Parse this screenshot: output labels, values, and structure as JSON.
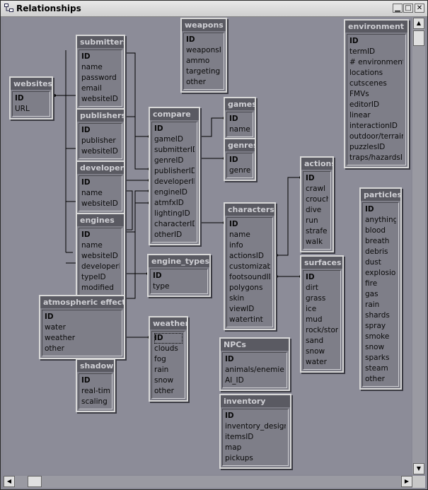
{
  "window": {
    "title": "Relationships",
    "buttons": {
      "minimize": "▁",
      "maximize": "□",
      "close": "✕"
    }
  },
  "tables": [
    {
      "id": "websites",
      "name": "websites",
      "fields": [
        "ID",
        "URL"
      ]
    },
    {
      "id": "submitters",
      "name": "submitters",
      "fields": [
        "ID",
        "name",
        "password",
        "email",
        "websiteID"
      ]
    },
    {
      "id": "publishers",
      "name": "publishers",
      "fields": [
        "ID",
        "publisher",
        "websiteID"
      ]
    },
    {
      "id": "developers",
      "name": "developers",
      "fields": [
        "ID",
        "name",
        "websiteID"
      ]
    },
    {
      "id": "engines",
      "name": "engines",
      "fields": [
        "ID",
        "name",
        "websiteID",
        "developerID",
        "typeID",
        "modified"
      ]
    },
    {
      "id": "atmospheric",
      "name": "atmospheric effects",
      "fields": [
        "ID",
        "water",
        "weather",
        "other"
      ]
    },
    {
      "id": "shadows",
      "name": "shadows",
      "fields": [
        "ID",
        "real-time",
        "scaling"
      ]
    },
    {
      "id": "weapons",
      "name": "weapons",
      "fields": [
        "ID",
        "weaponsID",
        "ammo",
        "targeting",
        "other"
      ]
    },
    {
      "id": "compare",
      "name": "compare",
      "fields": [
        "ID",
        "gameID",
        "submitterID",
        "genreID",
        "publisherID",
        "developerID",
        "engineID",
        "atmfxID",
        "lightingID",
        "characterID",
        "otherID"
      ]
    },
    {
      "id": "engine_types",
      "name": "engine_types",
      "fields": [
        "ID",
        "type"
      ]
    },
    {
      "id": "weather",
      "name": "weather",
      "fields": [
        "ID",
        "clouds",
        "fog",
        "rain",
        "snow",
        "other"
      ]
    },
    {
      "id": "games",
      "name": "games",
      "fields": [
        "ID",
        "name"
      ]
    },
    {
      "id": "genres",
      "name": "genres",
      "fields": [
        "ID",
        "genre"
      ]
    },
    {
      "id": "characters",
      "name": "characters",
      "fields": [
        "ID",
        "name",
        "info",
        "actionsID",
        "customizable",
        "footsoundID",
        "polygons",
        "skin",
        "viewID",
        "watertint"
      ]
    },
    {
      "id": "actions",
      "name": "actions",
      "fields": [
        "ID",
        "crawl",
        "crouch",
        "dive",
        "run",
        "strafe",
        "walk"
      ]
    },
    {
      "id": "surfaces",
      "name": "surfaces",
      "fields": [
        "ID",
        "dirt",
        "grass",
        "ice",
        "mud",
        "rock/stone",
        "sand",
        "snow",
        "water"
      ]
    },
    {
      "id": "npcs",
      "name": "NPCs",
      "fields": [
        "ID",
        "animals/enemiesID",
        "AI_ID"
      ]
    },
    {
      "id": "inventory",
      "name": "inventory",
      "fields": [
        "ID",
        "inventory_designID",
        "itemsID",
        "map",
        "pickups"
      ]
    },
    {
      "id": "environment",
      "name": "environment",
      "fields": [
        "ID",
        "termID",
        "# environments",
        "locations",
        "cutscenes",
        "FMVs",
        "editorID",
        "linear",
        "interactionID",
        "outdoor/terrain",
        "puzzlesID",
        "traps/hazardsID"
      ]
    },
    {
      "id": "particles",
      "name": "particles",
      "fields": [
        "ID",
        "anything",
        "blood",
        "breath",
        "debris",
        "dust",
        "explosion",
        "fire",
        "gas",
        "rain",
        "shards",
        "spray",
        "smoke",
        "snow",
        "sparks",
        "steam",
        "other"
      ]
    }
  ]
}
